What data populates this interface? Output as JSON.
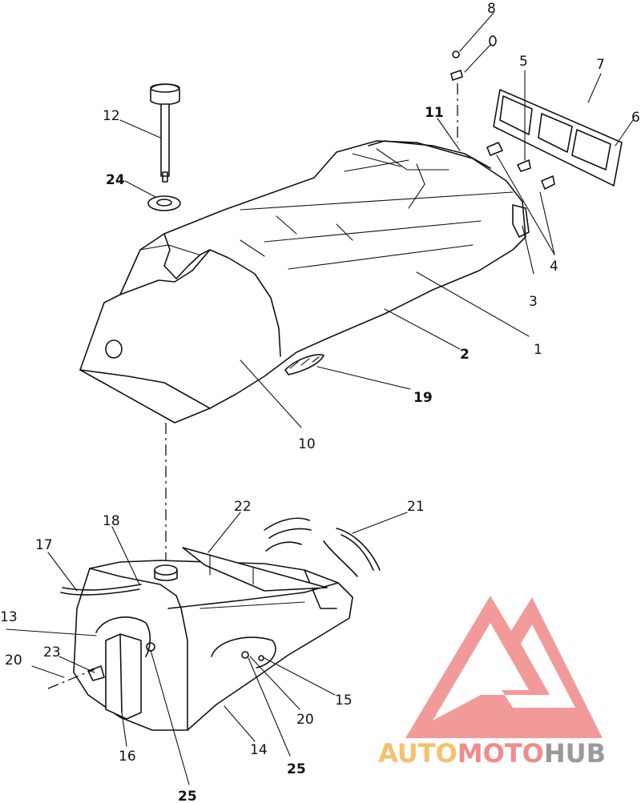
{
  "diagram": {
    "callouts": [
      "1",
      "2",
      "3",
      "4",
      "5",
      "6",
      "7",
      "8",
      "10",
      "11",
      "12",
      "13",
      "14",
      "15",
      "16",
      "17",
      "18",
      "19",
      "20",
      "20",
      "21",
      "22",
      "23",
      "24",
      "25",
      "25"
    ]
  },
  "watermark": {
    "word_part1": "AUTO",
    "word_part2": "MOTO",
    "word_part3": "HUB",
    "color_part1": "#f5c16c",
    "color_part2": "#f08c8c",
    "color_part3": "#9a9a9a",
    "mark_color": "#f08c8c"
  }
}
